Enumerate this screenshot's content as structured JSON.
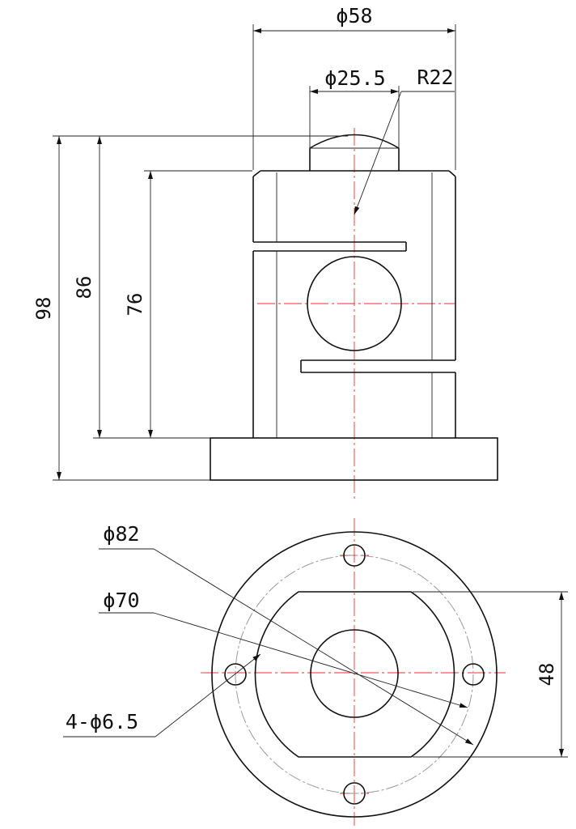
{
  "front_view": {
    "dim_outer_diameter": "ϕ58",
    "dim_button_diameter": "ϕ25.5",
    "dim_button_radius": "R22",
    "dim_total_height": "98",
    "dim_body_height_with_button": "86",
    "dim_body_height": "76"
  },
  "top_view": {
    "dim_flange_diameter": "ϕ82",
    "dim_bolt_circle_diameter": "ϕ70",
    "dim_mounting_holes": "4-ϕ6.5",
    "dim_flat_width": "48"
  },
  "colors": {
    "outline": "#111111",
    "centerline": "#ff2a2a",
    "bolt_circle": "#999999"
  }
}
